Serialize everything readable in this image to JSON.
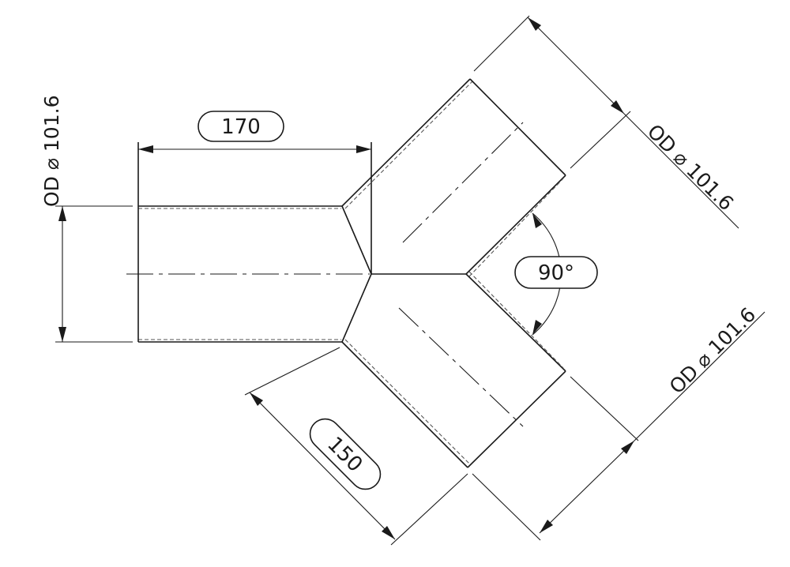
{
  "drawing": {
    "length_main": "170",
    "length_branch": "150",
    "angle": "90°",
    "od_left": "OD",
    "od_top_right": "OD",
    "od_bottom_right": "OD",
    "diameter_value": "101.6",
    "diameter_symbol": "⌀",
    "line_color": "#1a1a1a"
  }
}
